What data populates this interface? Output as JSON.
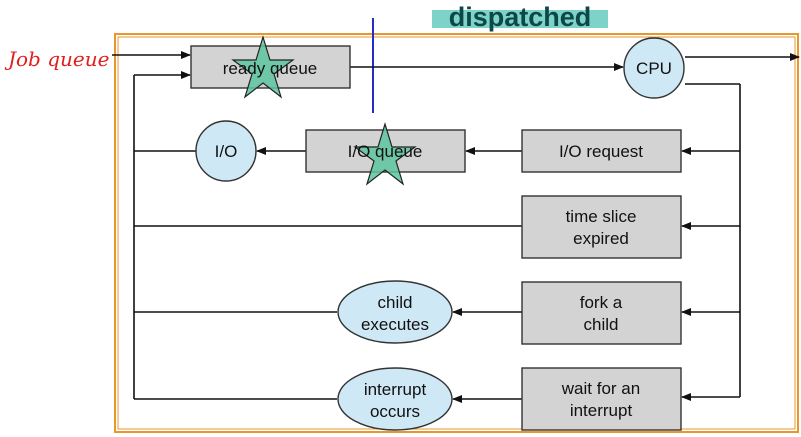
{
  "title": "dispatched",
  "handwritten_note": "Job queue",
  "nodes": {
    "ready_queue": "ready queue",
    "cpu": "CPU",
    "io": "I/O",
    "io_queue": "I/O queue",
    "io_request": "I/O request",
    "time_slice_line1": "time slice",
    "time_slice_line2": "expired",
    "fork_line1": "fork a",
    "fork_line2": "child",
    "child_exec_line1": "child",
    "child_exec_line2": "executes",
    "wait_line1": "wait for an",
    "wait_line2": "interrupt",
    "interrupt_line1": "interrupt",
    "interrupt_line2": "occurs"
  },
  "colors": {
    "box_fill": "#d3d3d3",
    "circle_fill": "#cfe8f5",
    "frame": "#e8962e",
    "title_highlight": "#7dd3c8",
    "star_fill": "#5cc49e",
    "divider": "#2a2ac8",
    "annotation": "#e0201e"
  }
}
